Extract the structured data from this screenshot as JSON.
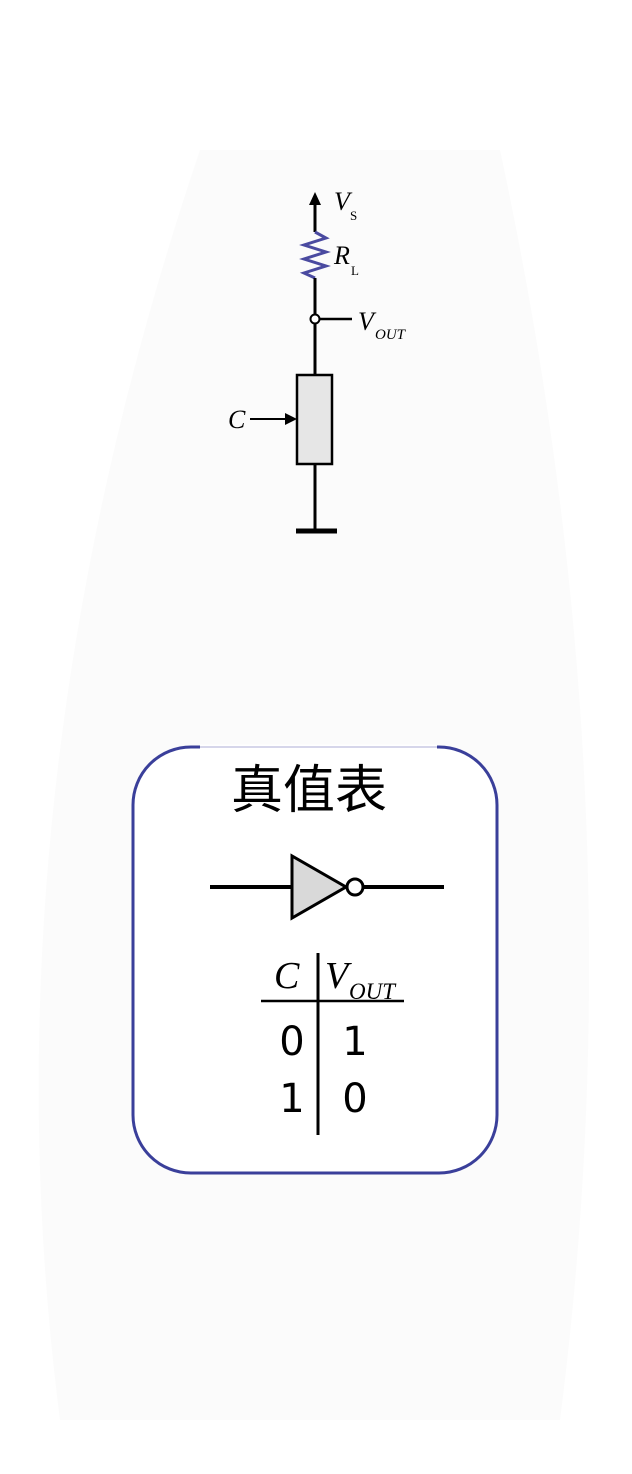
{
  "circuit": {
    "supply_label": "V",
    "supply_sub": "S",
    "resistor_label": "R",
    "resistor_sub": "L",
    "output_label": "V",
    "output_sub": "OUT",
    "control_label": "C"
  },
  "truth_table": {
    "title": "真值表",
    "header_input": "C",
    "header_output": "V",
    "header_output_sub": "OUT",
    "rows": [
      {
        "c": "0",
        "vout": "1"
      },
      {
        "c": "1",
        "vout": "0"
      }
    ]
  },
  "colors": {
    "resistor": "#4a4aa0",
    "frame": "#3a3f9a",
    "switch_fill": "#e6e6e6",
    "line": "#000000"
  }
}
